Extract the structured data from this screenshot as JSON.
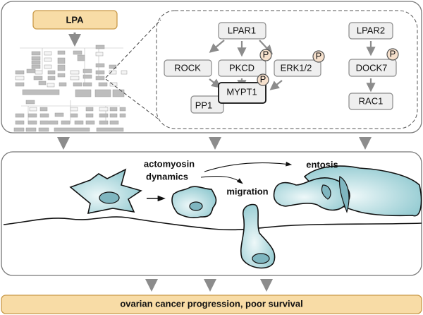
{
  "top_panel": {
    "ligand": "LPA",
    "pathway": {
      "nodes": [
        "LPAR1",
        "ROCK",
        "PKCD",
        "ERK1/2",
        "MYPT1",
        "PP1",
        "LPAR2",
        "DOCK7",
        "RAC1"
      ],
      "phosphorylated": [
        "PKCD",
        "ERK1/2",
        "MYPT1",
        "DOCK7"
      ],
      "phospho_label": "P"
    }
  },
  "middle_panel": {
    "actomyosin_line1": "actomyosin",
    "actomyosin_line2": "dynamics",
    "migration": "migration",
    "entosis": "entosis"
  },
  "outcome": "ovarian cancer progression, poor survival",
  "colors": {
    "ligand_fill": "#f8dca6",
    "ligand_border": "#c99a4a",
    "cell": "#8ec8cf",
    "node": "#efefef",
    "phospho": "#f6e0cc"
  }
}
